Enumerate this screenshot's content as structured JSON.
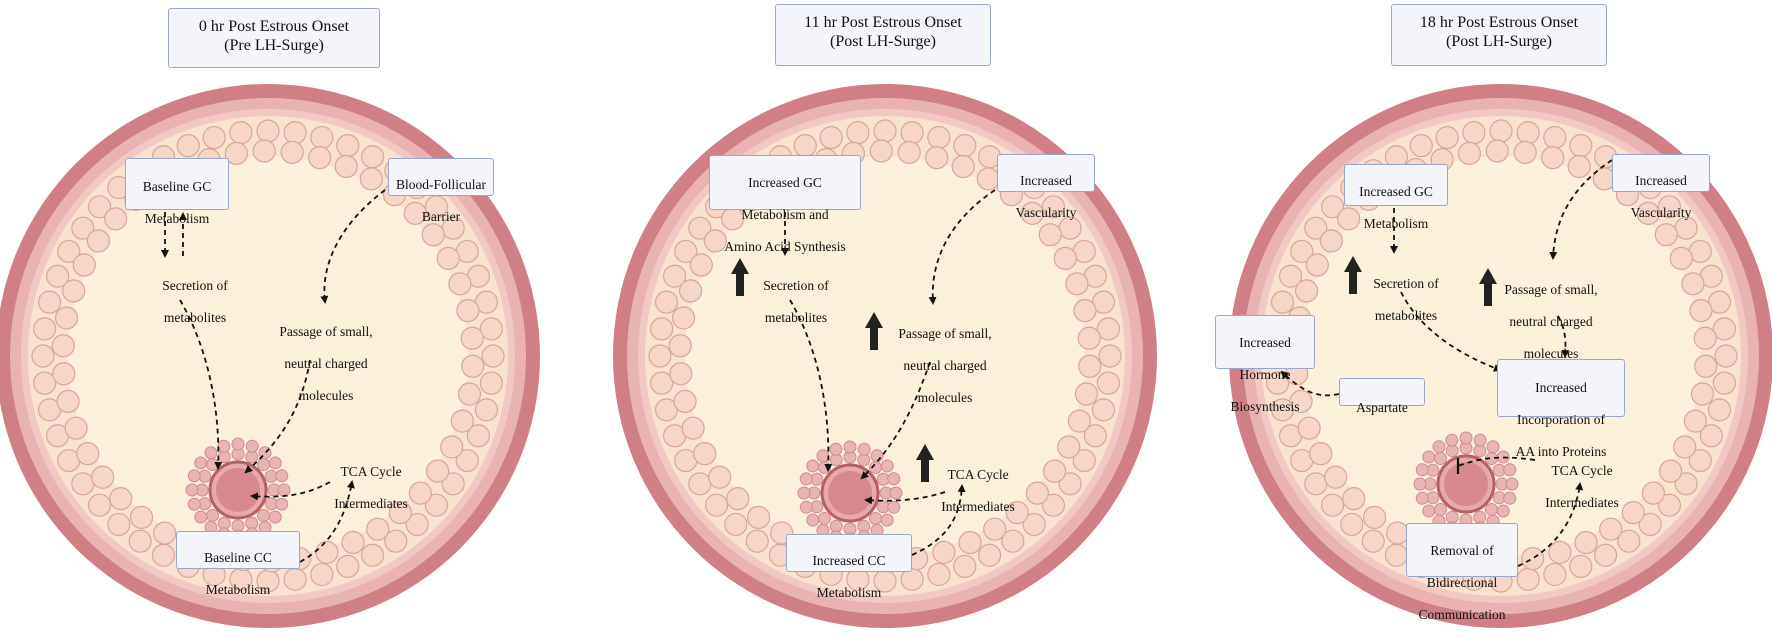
{
  "panels": [
    {
      "title": [
        "0 hr Post Estrous Onset",
        "(Pre LH-Surge)"
      ],
      "gc_box": [
        "Baseline GC",
        "Metabolism"
      ],
      "barrier_box": [
        "Blood-Follicular",
        "Barrier"
      ],
      "secretion": [
        "Secretion of",
        "metabolites"
      ],
      "passage": [
        "Passage of small,",
        "neutral charged",
        "molecules"
      ],
      "tca": [
        "TCA Cycle",
        "Intermediates"
      ],
      "cc_box": [
        "Baseline CC",
        "Metabolism"
      ]
    },
    {
      "title": [
        "11 hr Post Estrous Onset",
        "(Post LH-Surge)"
      ],
      "gc_box": [
        "Increased GC",
        "Metabolism and",
        "Amino Acid Synthesis"
      ],
      "vasc_box": [
        "Increased",
        "Vascularity"
      ],
      "secretion": [
        "Secretion of",
        "metabolites"
      ],
      "passage": [
        "Passage of small,",
        "neutral charged",
        "molecules"
      ],
      "tca": [
        "TCA Cycle",
        "Intermediates"
      ],
      "cc_box": [
        "Increased CC",
        "Metabolism"
      ]
    },
    {
      "title": [
        "18 hr Post Estrous Onset",
        "(Post LH-Surge)"
      ],
      "gc_box": [
        "Increased GC",
        "Metabolism"
      ],
      "vasc_box": [
        "Increased",
        "Vascularity"
      ],
      "secretion": [
        "Secretion of",
        "metabolites"
      ],
      "passage": [
        "Passage of small,",
        "neutral charged",
        "molecules"
      ],
      "hormone_box": [
        "Increased",
        "Hormone",
        "Biosynthesis"
      ],
      "aspartate_box": [
        "Aspartate"
      ],
      "aa_box": [
        "Increased",
        "Incorporation of",
        "AA into Proteins"
      ],
      "tca": [
        "TCA Cycle",
        "Intermediates"
      ],
      "removal_box": [
        "Removal of",
        "Bidirectional",
        "Communication"
      ]
    }
  ],
  "colors": {
    "outer_ring": "#cf7f85",
    "mid_ring": "#e9b3b3",
    "inner_ring": "#f0c9c5",
    "cell_fill": "#f6d6c8",
    "cell_stroke": "#d7a795",
    "antrum": "#fbf0d9",
    "oocyte": "#d9888f",
    "box_fill": "#f3f5fb",
    "box_border": "#9aa8c8"
  }
}
